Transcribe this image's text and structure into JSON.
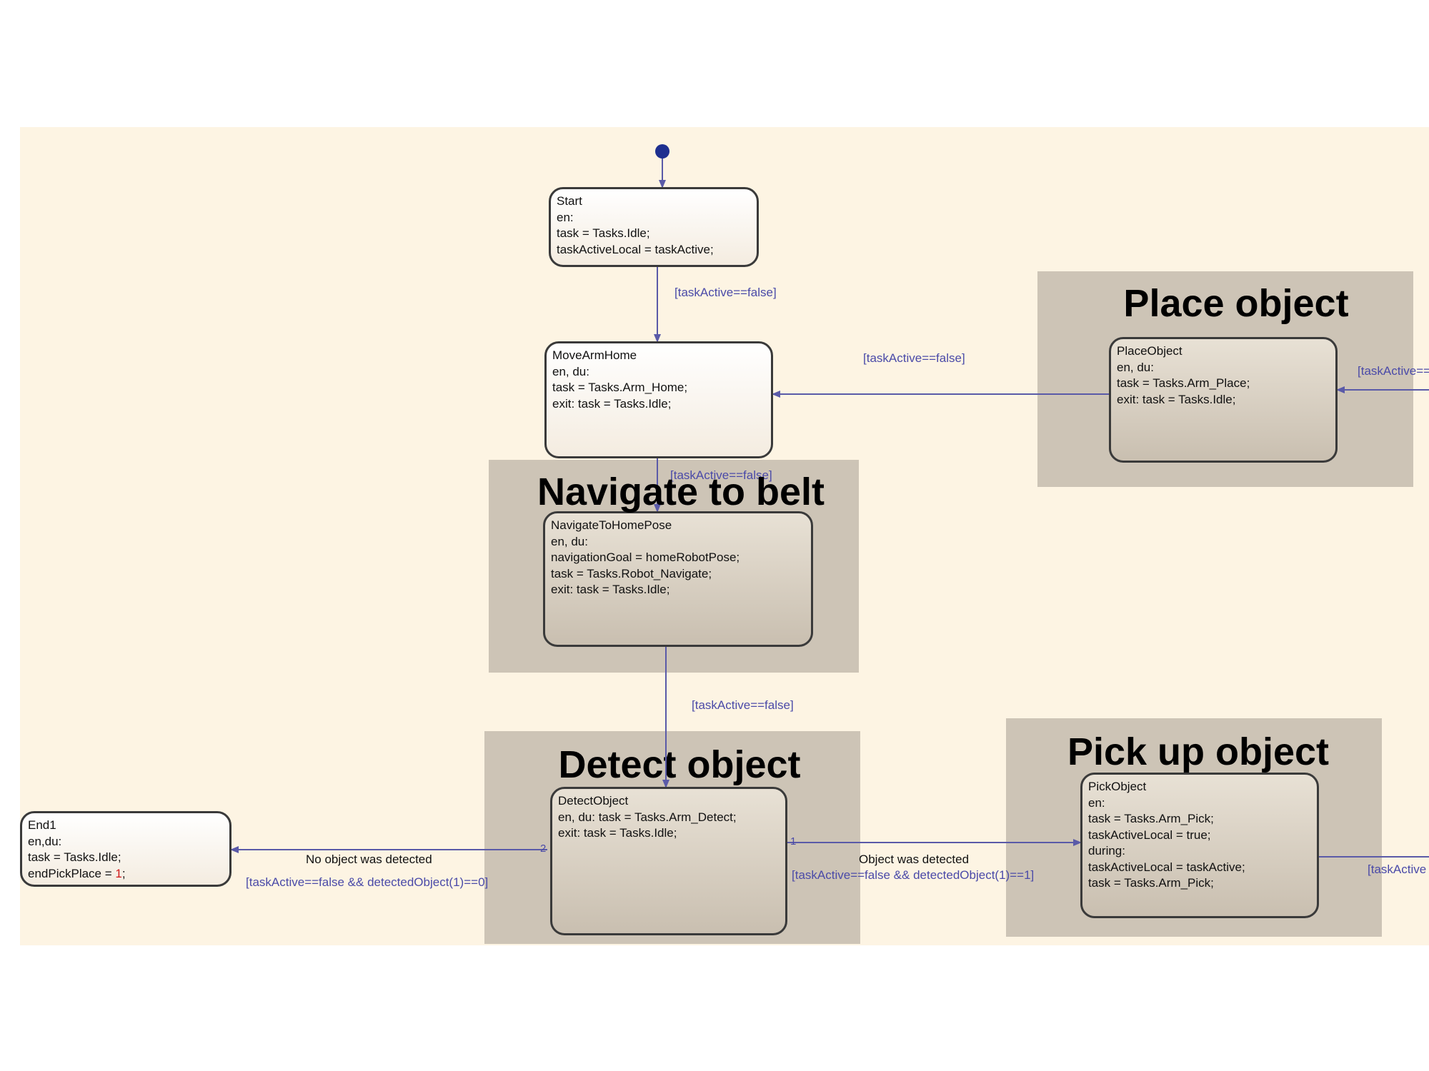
{
  "groups": {
    "place": "Place object",
    "navigate": "Navigate to belt",
    "detect": "Detect object",
    "pick": "Pick up object"
  },
  "states": {
    "start": {
      "name": "Start",
      "lines": [
        "en:",
        "task = Tasks.Idle;",
        "taskActiveLocal = taskActive;"
      ]
    },
    "move_arm_home": {
      "name": "MoveArmHome",
      "lines": [
        "en, du:",
        "task = Tasks.Arm_Home;",
        "exit: task = Tasks.Idle;"
      ]
    },
    "place_object": {
      "name": "PlaceObject",
      "lines": [
        "en, du:",
        "task = Tasks.Arm_Place;",
        "exit: task = Tasks.Idle;"
      ]
    },
    "navigate_home": {
      "name": "NavigateToHomePose",
      "lines": [
        "en, du:",
        "navigationGoal = homeRobotPose;",
        "task = Tasks.Robot_Navigate;",
        "exit: task = Tasks.Idle;"
      ]
    },
    "detect_object": {
      "name": "DetectObject",
      "lines": [
        "en, du: task = Tasks.Arm_Detect;",
        "exit: task = Tasks.Idle;"
      ]
    },
    "pick_object": {
      "name": "PickObject",
      "lines": [
        "en:",
        "task = Tasks.Arm_Pick;",
        "taskActiveLocal = true;",
        "during:",
        "taskActiveLocal = taskActive;",
        "task = Tasks.Arm_Pick;"
      ]
    },
    "end1": {
      "name": "End1",
      "lines": [
        "en,du:",
        "task = Tasks.Idle;"
      ],
      "last_prefix": "endPickPlace = ",
      "last_value": "1",
      "last_suffix": ";"
    }
  },
  "transitions": {
    "start_to_home": "[taskActive==false]",
    "place_to_home": "[taskActive==false]",
    "place_in": "[taskActive==",
    "home_to_navigate": "[taskActive==false]",
    "navigate_to_detect": "[taskActive==false]",
    "no_object_caption": "No object was detected",
    "no_object_guard": "[taskActive==false && detectedObject(1)==0]",
    "object_caption": "Object was detected",
    "object_guard": "[taskActive==false && detectedObject(1)==1]",
    "pick_out": "[taskActive",
    "detect_priority_left": "2",
    "detect_priority_right": "1"
  },
  "colors": {
    "canvas": "#fdf4e3",
    "group": "#cdc4b6",
    "wire": "#5a5aa8",
    "guard_text": "#4a4aa8",
    "state_border": "#3a3a3a",
    "default_transition_dot": "#1e2f8f"
  }
}
